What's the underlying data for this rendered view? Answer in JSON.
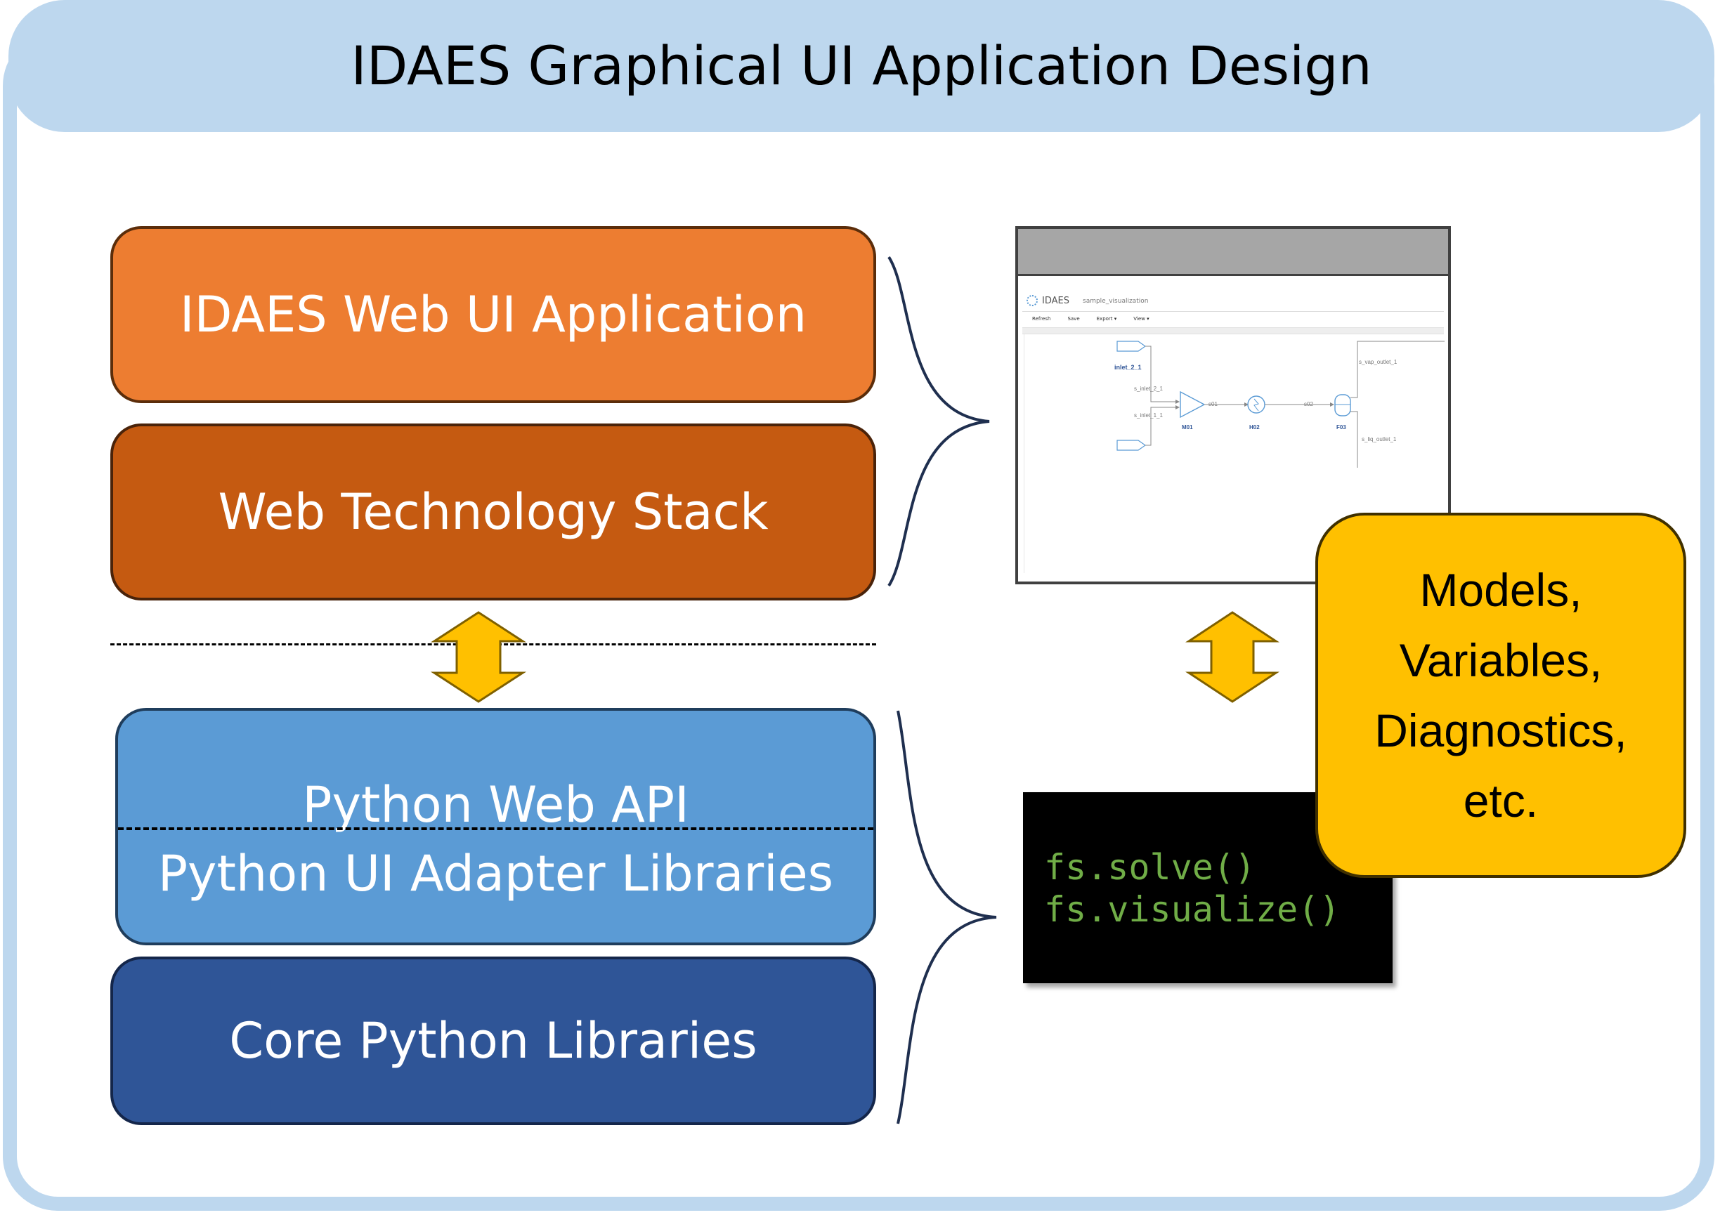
{
  "title": "IDAES Graphical UI Application Design",
  "layers": {
    "web_ui": "IDAES Web UI Application",
    "web_tech": "Web Technology Stack",
    "python_web_api": "Python Web API",
    "python_ui_adapter": "Python UI Adapter Libraries",
    "core_python": "Core Python Libraries"
  },
  "screenshot": {
    "logo_text": "IDAES",
    "page_name": "sample_visualization",
    "menu": [
      "Refresh",
      "Save",
      "Export ▾",
      "View ▾"
    ],
    "streams": {
      "inlet_2_1_label": "inlet_2_1",
      "s_inlet_2_1": "s_inlet_2_1",
      "s_inlet_1_1": "s_inlet_1_1",
      "s01": "s01",
      "s02": "s02",
      "s_vap_outlet_1": "s_vap_outlet_1",
      "s_liq_outlet_1": "s_liq_outlet_1"
    },
    "units": {
      "mixer": "M01",
      "heater": "H02",
      "flash": "F03"
    }
  },
  "terminal": {
    "lines": [
      "fs.solve()",
      "fs.visualize()"
    ]
  },
  "callout": {
    "lines": [
      "Models,",
      "Variables,",
      "Diagnostics,",
      "etc."
    ]
  },
  "colors": {
    "frame": "#bdd7ee",
    "web_ui": "#ed7d31",
    "web_tech": "#c55a11",
    "python_api": "#5b9bd5",
    "core_python": "#2f5597",
    "arrow": "#ffc000",
    "callout": "#ffc000",
    "terminal_text": "#70ad47"
  }
}
